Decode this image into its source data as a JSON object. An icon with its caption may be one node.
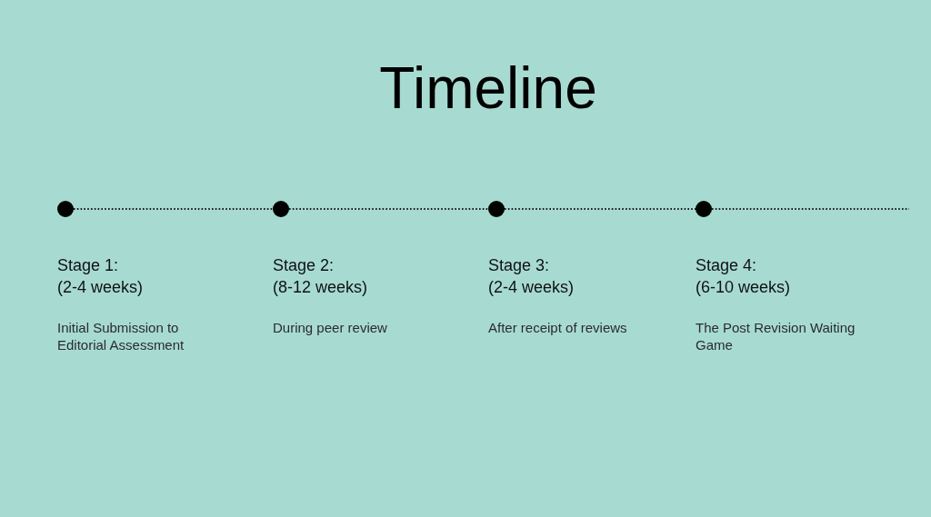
{
  "diagram": {
    "title": "Timeline",
    "nodes": [
      {
        "text": [],
        "shape": "circle",
        "beside": [
          "Stage 1:",
          "(2-4 weeks)",
          "Initial Submission to Editorial Assessment"
        ]
      },
      {
        "text": [],
        "shape": "circle",
        "beside": [
          "Stage 2:",
          "(8-12 weeks)",
          "During peer review"
        ]
      },
      {
        "text": [],
        "shape": "circle",
        "beside": [
          "Stage 3:",
          "(2-4 weeks)",
          "After receipt of reviews"
        ]
      },
      {
        "text": [],
        "shape": "circle",
        "beside": [
          "Stage 4:",
          "(6-10 weeks)",
          "The Post Revision Waiting Game"
        ]
      }
    ],
    "edges": [
      {
        "from": 0,
        "to": 1,
        "arrow": "none",
        "style": "dashed"
      },
      {
        "from": 1,
        "to": 2,
        "arrow": "none",
        "style": "dashed"
      },
      {
        "from": 2,
        "to": 3,
        "arrow": "none",
        "style": "dashed"
      },
      {
        "from": 3,
        "to": null,
        "arrow": "none",
        "style": "dashed"
      }
    ]
  }
}
